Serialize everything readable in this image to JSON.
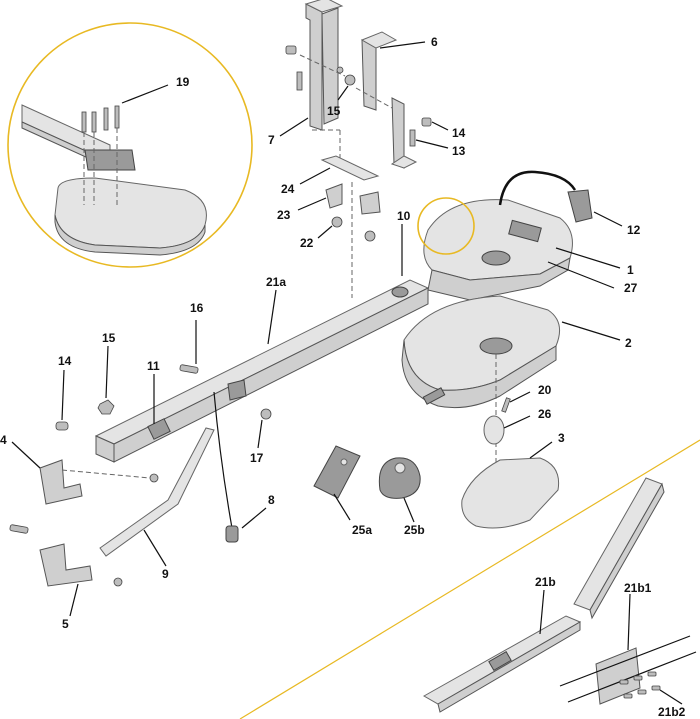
{
  "callouts": {
    "c1": "1",
    "c2": "2",
    "c3": "3",
    "c4": "4",
    "c5": "5",
    "c6": "6",
    "c7": "7",
    "c8": "8",
    "c9": "9",
    "c10": "10",
    "c11": "11",
    "c12": "12",
    "c13": "13",
    "c14a": "14",
    "c14b": "14",
    "c15a": "15",
    "c15b": "15",
    "c16": "16",
    "c17": "17",
    "c19": "19",
    "c20": "20",
    "c21a": "21a",
    "c21b": "21b",
    "c21b1": "21b1",
    "c21b2": "21b2",
    "c22": "22",
    "c23": "23",
    "c24": "24",
    "c25a": "25a",
    "c25b": "25b",
    "c26": "26",
    "c27": "27"
  },
  "colors": {
    "accent_ring": "#e8b923",
    "part_fill": "#cfcfcf",
    "outline": "#555555"
  }
}
